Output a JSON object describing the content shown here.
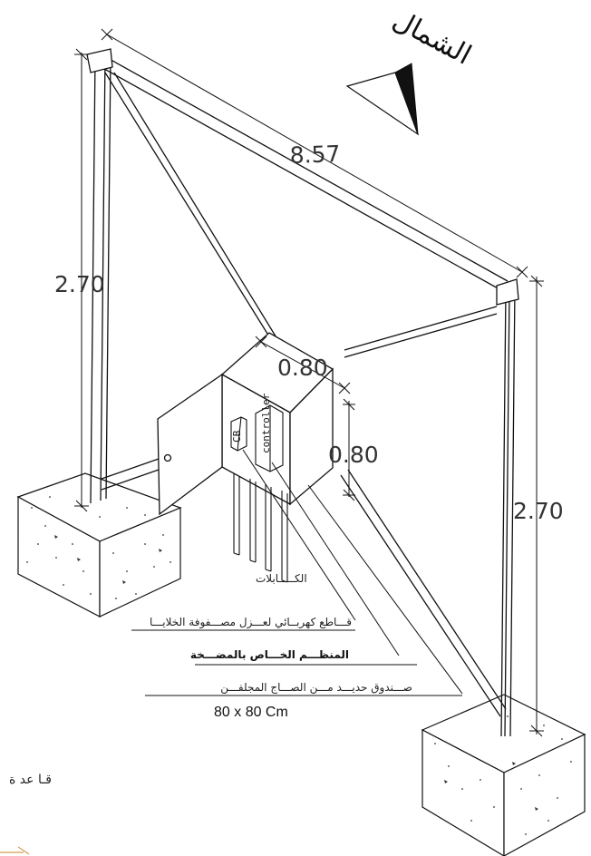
{
  "north_label": "الشمال",
  "dimensions": {
    "top_beam": "8.57",
    "left_post": "2.70",
    "right_post": "2.70",
    "box_width": "0.80",
    "box_height": "0.80"
  },
  "box_labels": {
    "controller": "controller",
    "cb": "CB"
  },
  "callouts": {
    "cables": "الكـــــابلات",
    "breaker": "قـــاطع كهربــائي لعـــزل مصـــفوفة الخلايـــا",
    "controller": "المنظـــم الخـــاص بالمضـــخة",
    "box": "صـــندوق حديـــد مـــن الصـــاج المجلفـــن",
    "box_size": "80 x 80 Cm"
  },
  "base_label": "قـا عد ة",
  "colors": {
    "line": "#111111",
    "dimension_text": "#333333",
    "corner_mark": "#c8862a"
  }
}
